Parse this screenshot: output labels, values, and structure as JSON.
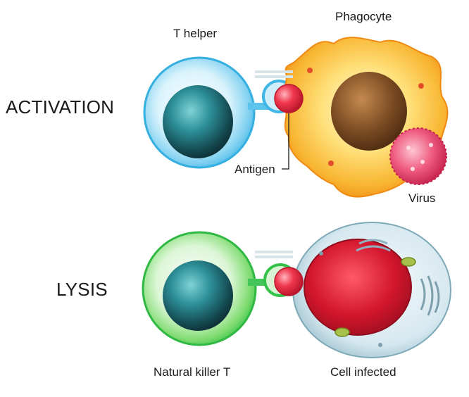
{
  "diagram": {
    "activation": {
      "title": "ACTIVATION",
      "labels": {
        "t_helper": "T helper",
        "phagocyte": "Phagocyte",
        "antigen": "Antigen",
        "virus": "Virus"
      }
    },
    "lysis": {
      "title": "LYSIS",
      "labels": {
        "nk_t": "Natural killer T",
        "infected": "Cell infected"
      }
    }
  },
  "colors": {
    "t_helper": "#3fb6e6",
    "nk_t": "#35c24a",
    "phagocyte": "#f5a21c",
    "phagocyte_nucleus": "#7a4a22",
    "virus": "#e0325a",
    "antigen": "#e8253f",
    "infected_nucleus": "#d3162d",
    "infected_cytoplasm": "#cfe3ea",
    "nucleus": "#1f7d86"
  }
}
